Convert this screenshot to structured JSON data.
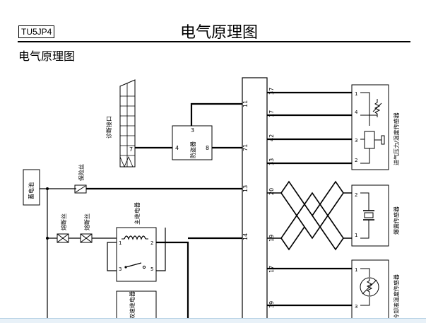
{
  "header": {
    "model_code": "TU5JP4",
    "page_title": "电气原理图",
    "section_title": "电气原理图"
  },
  "components": {
    "diag_connector": "诊断接口",
    "immobilizer": "防盗器",
    "battery": "蓄电池",
    "fuse": "保险丝",
    "fusible_link_1": "熔断丝",
    "fusible_link_2": "熔断丝",
    "main_relay": "主继电器",
    "dual_relay": "双速继电器",
    "intake_sensor": "进气压力/温度传感器",
    "knock_sensor": "爆震传感器",
    "coolant_sensor": "冷却液温度传感器"
  },
  "ecu_pins": {
    "left": [
      "11",
      "71",
      "13",
      "14"
    ],
    "right": [
      "37",
      "17",
      "42",
      "33",
      "20",
      "19",
      "17",
      "39"
    ]
  },
  "immobilizer_pins": [
    "3",
    "4",
    "8"
  ],
  "diag_pin": "7",
  "relay_pins": [
    "1",
    "2",
    "3",
    "5"
  ],
  "intake_pins": [
    "1",
    "4",
    "3",
    "2"
  ],
  "knock_pins": [
    "2",
    "1"
  ],
  "coolant_pins": [
    "1",
    "3"
  ]
}
